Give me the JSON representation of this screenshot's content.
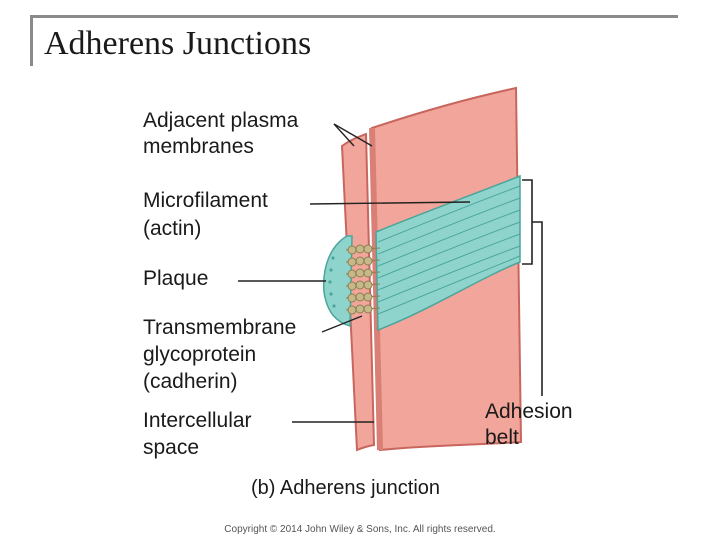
{
  "slide": {
    "title": "Adherens Junctions",
    "copyright": "Copyright © 2014 John Wiley & Sons, Inc. All rights reserved."
  },
  "diagram": {
    "caption": "(b) Adherens junction",
    "labels": {
      "adjacent_membranes": [
        "Adjacent plasma",
        "membranes"
      ],
      "microfilament": [
        "Microfilament",
        "(actin)"
      ],
      "plaque": [
        "Plaque"
      ],
      "transmembrane": [
        "Transmembrane",
        "glycoprotein",
        "(cadherin)"
      ],
      "intercellular": [
        "Intercellular",
        "space"
      ],
      "adhesion_belt": [
        "Adhesion",
        "belt"
      ]
    }
  },
  "colors": {
    "membrane": "#f2a59a",
    "membrane_edge": "#c8665d",
    "actin": "#8fd4cc",
    "actin_stroke": "#4aa59b",
    "cadherin": "#c5b98a",
    "leader_line": "#222222"
  }
}
